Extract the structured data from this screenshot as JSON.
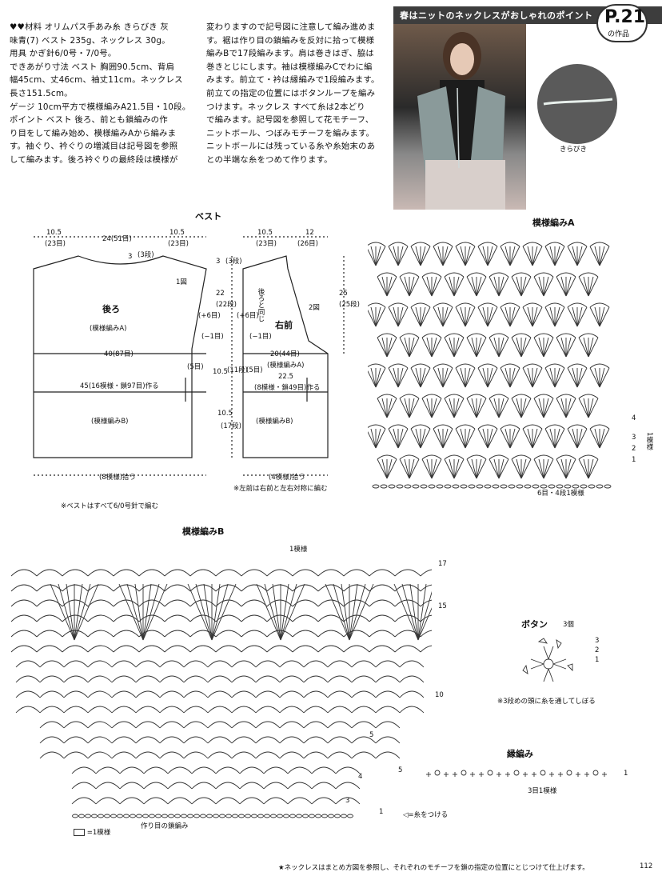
{
  "intro": {
    "lines": [
      "♥♥材料 オリムパス手あみ糸 きらびき 灰",
      "味青(7) ベスト 235g、ネックレス 30g。",
      "用具 かぎ針6/0号・7/0号。",
      "できあがり寸法 ベスト 胸囲90.5cm、背肩",
      "幅45cm、丈46cm、袖丈11cm。ネックレス",
      "長さ151.5cm。",
      "ゲージ 10cm平方で模様編みA21.5目・10段。",
      "ポイント ベスト 後ろ、前とも鎖編みの作",
      "り目をして編み始め、模様編みAから編みま",
      "す。袖ぐり、衿ぐりの増減目は記号図を参照",
      "して編みます。後ろ衿ぐりの最終段は模様が"
    ]
  },
  "intro2": {
    "lines": [
      "変わりますので記号図に注意して編み進めま",
      "す。裾は作り目の鎖編みを反対に拾って模様",
      "編みBで17段編みます。肩は巻きはぎ、脇は",
      "巻きとじにします。袖は模様編みCでわに編",
      "みます。前立て・衿は縁編みで1段編みます。",
      "前立ての指定の位置にはボタンループを編み",
      "つけます。ネックレス すべて糸は2本どり",
      "で編みます。記号図を参照して花モチーフ、",
      "ニットボール、つぼみモチーフを編みます。",
      "ニットボールには残っている糸や糸始末のあ",
      "との半端な糸をつめて作ります。"
    ]
  },
  "header": {
    "banner": "春はニットのネックレスがおしゃれのポイント",
    "page_label": "P.21",
    "page_sub": "の作品"
  },
  "swatch": {
    "caption": "きらびき",
    "color": "#5a5a5a"
  },
  "vest": {
    "title": "ベスト",
    "back_label": "後ろ",
    "back_pattern": "(模様編みA)",
    "front_label": "右前",
    "front_pattern": "(模様編みA)",
    "pattern_b": "(模様編みB)",
    "fig1": "1図",
    "fig2": "2図",
    "same_as_back": "後ろと同じ",
    "d105": "10.5",
    "d23": "(23目)",
    "d24": "24(51目)",
    "d12": "12",
    "d26": "(26目)",
    "d3": "3",
    "d3dan": "(3段)",
    "d22": "22",
    "d22dan": "(22段)",
    "d25": "25",
    "d25dan": "(25段)",
    "d11dan": "(11段)",
    "d17dan": "(17段)",
    "plus6": "(+6目)",
    "minus1": "(−1目)",
    "five": "(5目)",
    "back40": "40(87目)",
    "back45": "45(16模様・鎖97目)作る",
    "front20": "20(44目)",
    "front225": "22.5",
    "front_chain": "(8模様・鎖49目)作る",
    "back_pick": "(8模様)拾う",
    "front_pick": "(4模様)拾う",
    "note_left": "※左前は右前と左右対称に編む",
    "note_all": "※ベストはすべて6/0号針で編む"
  },
  "patA": {
    "title": "模様編みA",
    "repeat": "6目・4段1模様",
    "rep_label": "1模様",
    "rows": [
      "4",
      "3",
      "2",
      "1"
    ]
  },
  "patB": {
    "title": "模様編みB",
    "repeat": "1模様",
    "rows": [
      "17",
      "15",
      "10",
      "5",
      "1"
    ],
    "chain": "作り目の鎖編み",
    "join": "◁=糸をつける",
    "legend": "=1模様",
    "five": "5",
    "four": "4",
    "three": "3"
  },
  "button": {
    "title": "ボタン",
    "count": "3個",
    "note": "※3段めの頭に糸を通してしぼる",
    "rows": [
      "3",
      "2",
      "1"
    ]
  },
  "edge": {
    "title": "縁編み",
    "repeat": "3目1模様",
    "row": "1"
  },
  "footer": {
    "note": "★ネックレスはまとめ方図を参照し、それぞれのモチーフを鎖の指定の位置にとじつけて仕上げます。",
    "page": "112"
  }
}
